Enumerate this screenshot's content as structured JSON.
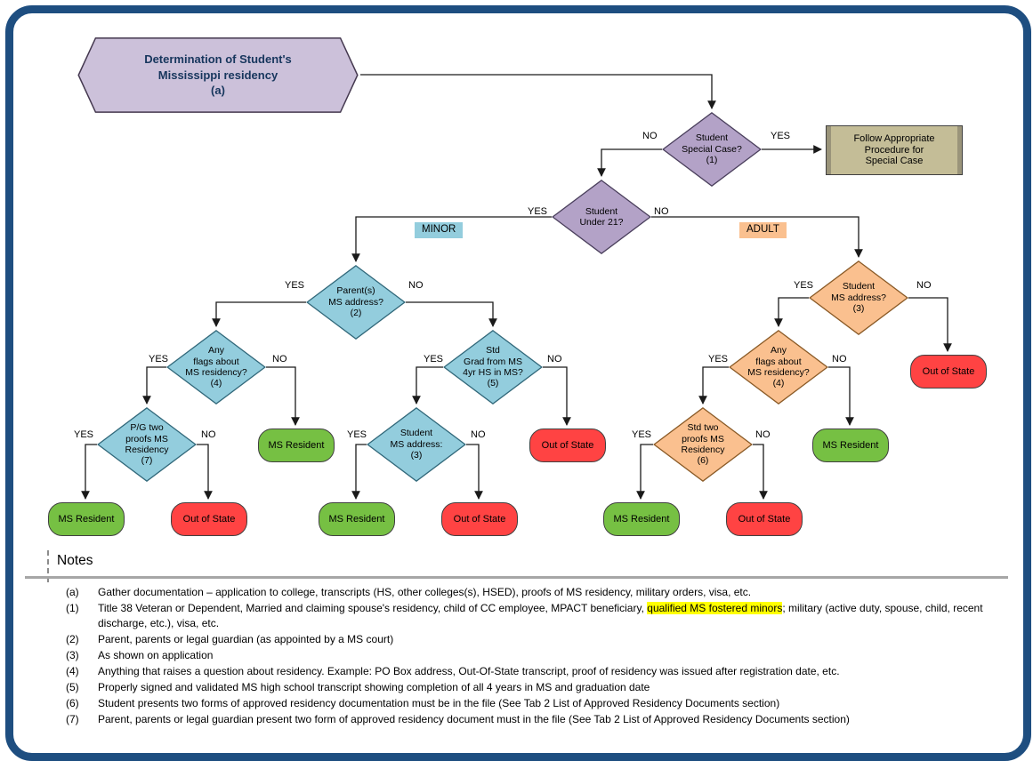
{
  "labels": {
    "yes": "YES",
    "no": "NO",
    "minor": "MINOR",
    "adult": "ADULT"
  },
  "colors": {
    "frame": "#1e4e80",
    "hexagon": "#ccc1da",
    "purple_diamond": "#b3a2c7",
    "blue_diamond": "#93cddd",
    "orange_diamond": "#fac08f",
    "green_terminal": "#76c043",
    "red_terminal": "#ff4343",
    "process_box": "#c4bd97",
    "highlight": "#ffff00"
  },
  "nodes": {
    "start": "Determination of Student's\nMississippi residency\n(a)",
    "special_case": "Student\nSpecial Case?\n(1)",
    "follow_procedure": "Follow Appropriate\nProcedure for\nSpecial Case",
    "under_21": "Student\nUnder 21?",
    "parents_address": "Parent(s)\nMS address?\n(2)",
    "any_flags_minor": "Any\nflags about\nMS residency?\n(4)",
    "pg_two_proofs": "P/G two\nproofs MS\nResidency\n(7)",
    "std_grad": "Std\nGrad from MS\n4yr HS in MS?\n(5)",
    "student_address_minor": "Student\nMS address:\n(3)",
    "student_address_adult": "Student\nMS address?\n(3)",
    "any_flags_adult": "Any\nflags about\nMS residency?\n(4)",
    "std_two_proofs": "Std two\nproofs MS\nResidency\n(6)",
    "ms_resident": "MS Resident",
    "out_of_state": "Out of State"
  },
  "notes": {
    "heading": "Notes",
    "items": [
      {
        "tag": "(a)",
        "text": "Gather documentation – application to college, transcripts (HS, other colleges(s), HSED), proofs of MS residency, military orders, visa, etc."
      },
      {
        "tag": "(1)",
        "text_pre": "Title 38 Veteran or Dependent, Married and claiming spouse's residency, child of CC employee, MPACT beneficiary, ",
        "highlight": "qualified MS fostered minors",
        "text_post": "; military (active duty, spouse, child, recent discharge, etc.), visa, etc."
      },
      {
        "tag": "(2)",
        "text": "Parent, parents or legal guardian (as appointed by a MS court)"
      },
      {
        "tag": "(3)",
        "text": "As shown on application"
      },
      {
        "tag": "(4)",
        "text": "Anything that raises a question about residency. Example: PO Box address, Out-Of-State transcript, proof of residency was issued after registration date, etc."
      },
      {
        "tag": "(5)",
        "text": "Properly signed and validated MS high school transcript showing completion of all 4 years in MS and graduation date"
      },
      {
        "tag": "(6)",
        "text": "Student presents two forms of approved residency documentation must be in the file (See Tab 2 List of Approved Residency Documents section)"
      },
      {
        "tag": "(7)",
        "text": "Parent, parents or legal guardian present two form of approved residency document must in the file (See Tab 2 List of Approved Residency Documents section)"
      }
    ]
  }
}
